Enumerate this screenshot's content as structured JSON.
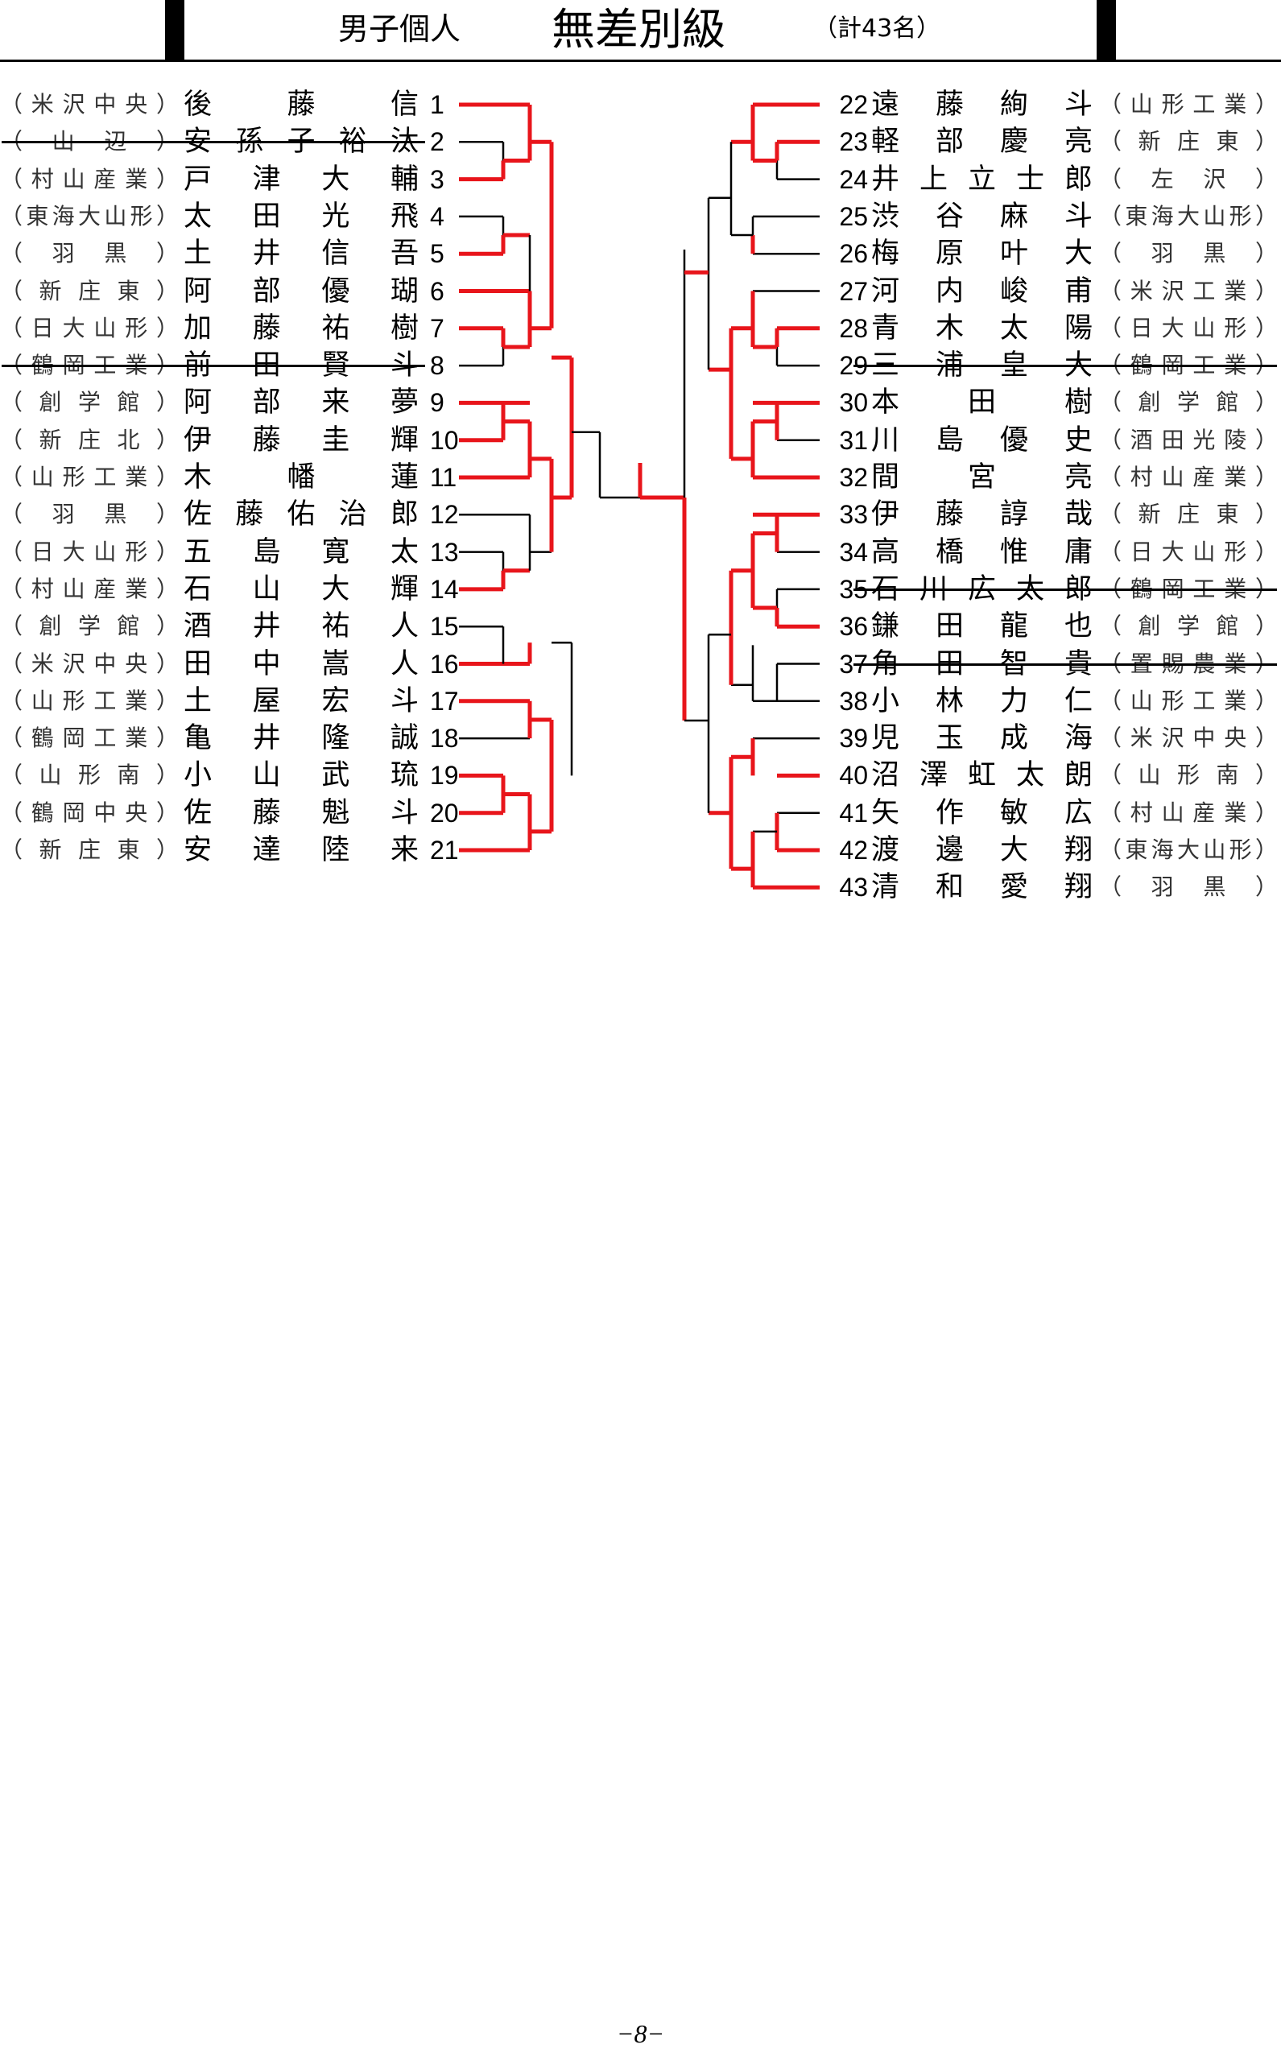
{
  "header": {
    "subtitle": "男子個人",
    "title": "無差別級",
    "count": "（計43名）"
  },
  "bracket_colors": {
    "winner": "#e8151b",
    "line": "#000000"
  },
  "entries_left": [
    {
      "num": "1",
      "name": "後藤信",
      "school": "（米沢中央）",
      "withdrawn": false
    },
    {
      "num": "2",
      "name": "安孫子裕汰",
      "school": "（山辺）",
      "withdrawn": true
    },
    {
      "num": "3",
      "name": "戸津大輔",
      "school": "（村山産業）",
      "withdrawn": false
    },
    {
      "num": "4",
      "name": "太田光飛",
      "school": "（東海大山形）",
      "withdrawn": false
    },
    {
      "num": "5",
      "name": "土井信吾",
      "school": "（羽黒）",
      "withdrawn": false
    },
    {
      "num": "6",
      "name": "阿部優瑚",
      "school": "（新庄東）",
      "withdrawn": false
    },
    {
      "num": "7",
      "name": "加藤祐樹",
      "school": "（日大山形）",
      "withdrawn": false
    },
    {
      "num": "8",
      "name": "前田賢斗",
      "school": "（鶴岡工業）",
      "withdrawn": true
    },
    {
      "num": "9",
      "name": "阿部来夢",
      "school": "（創学館）",
      "withdrawn": false
    },
    {
      "num": "10",
      "name": "伊藤圭輝",
      "school": "（新庄北）",
      "withdrawn": false
    },
    {
      "num": "11",
      "name": "木幡蓮",
      "school": "（山形工業）",
      "withdrawn": false
    },
    {
      "num": "12",
      "name": "佐藤佑治郎",
      "school": "（羽黒）",
      "withdrawn": false
    },
    {
      "num": "13",
      "name": "五島寛太",
      "school": "（日大山形）",
      "withdrawn": false
    },
    {
      "num": "14",
      "name": "石山大輝",
      "school": "（村山産業）",
      "withdrawn": false
    },
    {
      "num": "15",
      "name": "酒井祐人",
      "school": "（創学館）",
      "withdrawn": false
    },
    {
      "num": "16",
      "name": "田中嵩人",
      "school": "（米沢中央）",
      "withdrawn": false
    },
    {
      "num": "17",
      "name": "土屋宏斗",
      "school": "（山形工業）",
      "withdrawn": false
    },
    {
      "num": "18",
      "name": "亀井隆誠",
      "school": "（鶴岡工業）",
      "withdrawn": false
    },
    {
      "num": "19",
      "name": "小山武琉",
      "school": "（山形南）",
      "withdrawn": false
    },
    {
      "num": "20",
      "name": "佐藤魁斗",
      "school": "（鶴岡中央）",
      "withdrawn": false
    },
    {
      "num": "21",
      "name": "安達陸来",
      "school": "（新庄東）",
      "withdrawn": false
    }
  ],
  "entries_right": [
    {
      "num": "22",
      "name": "遠藤絢斗",
      "school": "（山形工業）",
      "withdrawn": false
    },
    {
      "num": "23",
      "name": "軽部慶亮",
      "school": "（新庄東）",
      "withdrawn": false
    },
    {
      "num": "24",
      "name": "井上立士郎",
      "school": "（左沢）",
      "withdrawn": false
    },
    {
      "num": "25",
      "name": "渋谷麻斗",
      "school": "（東海大山形）",
      "withdrawn": false
    },
    {
      "num": "26",
      "name": "梅原叶大",
      "school": "（羽黒）",
      "withdrawn": false
    },
    {
      "num": "27",
      "name": "河内峻甫",
      "school": "（米沢工業）",
      "withdrawn": false
    },
    {
      "num": "28",
      "name": "青木太陽",
      "school": "（日大山形）",
      "withdrawn": false
    },
    {
      "num": "29",
      "name": "三浦皇大",
      "school": "（鶴岡工業）",
      "withdrawn": true
    },
    {
      "num": "30",
      "name": "本田樹",
      "school": "（創学館）",
      "withdrawn": false
    },
    {
      "num": "31",
      "name": "川島優史",
      "school": "（酒田光陵）",
      "withdrawn": false
    },
    {
      "num": "32",
      "name": "間宮亮",
      "school": "（村山産業）",
      "withdrawn": false
    },
    {
      "num": "33",
      "name": "伊藤諄哉",
      "school": "（新庄東）",
      "withdrawn": false
    },
    {
      "num": "34",
      "name": "高橋惟庸",
      "school": "（日大山形）",
      "withdrawn": false
    },
    {
      "num": "35",
      "name": "石川広太郎",
      "school": "（鶴岡工業）",
      "withdrawn": true
    },
    {
      "num": "36",
      "name": "鎌田龍也",
      "school": "（創学館）",
      "withdrawn": false
    },
    {
      "num": "37",
      "name": "角田智貴",
      "school": "（置賜農業）",
      "withdrawn": true
    },
    {
      "num": "38",
      "name": "小林力仁",
      "school": "（山形工業）",
      "withdrawn": false
    },
    {
      "num": "39",
      "name": "児玉成海",
      "school": "（米沢中央）",
      "withdrawn": false
    },
    {
      "num": "40",
      "name": "沼澤虹太朗",
      "school": "（山形南）",
      "withdrawn": false
    },
    {
      "num": "41",
      "name": "矢作敏広",
      "school": "（村山産業）",
      "withdrawn": false
    },
    {
      "num": "42",
      "name": "渡邊大翔",
      "school": "（東海大山形）",
      "withdrawn": false
    },
    {
      "num": "43",
      "name": "清和愛翔",
      "school": "（羽黒）",
      "withdrawn": false
    }
  ],
  "footer": {
    "page": "−8−"
  }
}
